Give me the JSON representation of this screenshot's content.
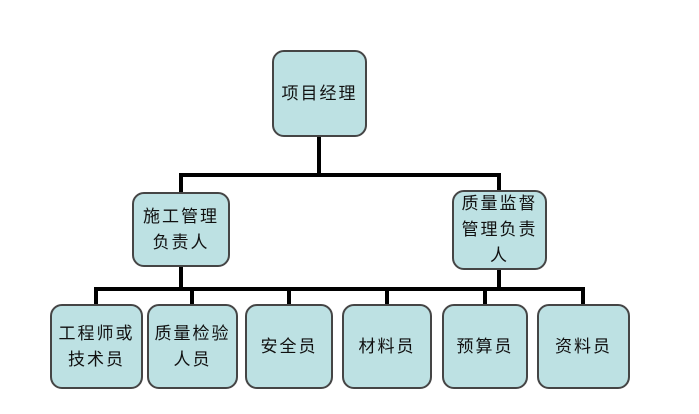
{
  "page": {
    "background": "#ffffff"
  },
  "org_chart": {
    "type": "org-tree",
    "root": {
      "id": "project-manager",
      "label": "项目经理",
      "lines": [
        "项目经理"
      ]
    },
    "level2": [
      {
        "id": "construction-manager",
        "label": "施工管理负责人",
        "lines": [
          "施工管理",
          "负责人"
        ]
      },
      {
        "id": "quality-supervision-manager",
        "label": "质量监督管理负责人",
        "lines": [
          "质量监督",
          "管理负责",
          "人"
        ]
      }
    ],
    "level3": [
      {
        "id": "engineer-or-technician",
        "label": "工程师或技术员",
        "lines": [
          "工程师或",
          "技术员"
        ]
      },
      {
        "id": "quality-inspector",
        "label": "质量检验人员",
        "lines": [
          "质量检验",
          "人员"
        ]
      },
      {
        "id": "safety-officer",
        "label": "安全员",
        "lines": [
          "安全员"
        ]
      },
      {
        "id": "material-officer",
        "label": "材料员",
        "lines": [
          "材料员"
        ]
      },
      {
        "id": "budget-officer",
        "label": "预算员",
        "lines": [
          "预算员"
        ]
      },
      {
        "id": "document-officer",
        "label": "资料员",
        "lines": [
          "资料员"
        ]
      }
    ],
    "connections": {
      "root_children": [
        "construction-manager",
        "quality-supervision-manager"
      ],
      "bus_parents": [
        "construction-manager",
        "quality-supervision-manager"
      ],
      "bus_children": [
        "engineer-or-technician",
        "quality-inspector",
        "safety-officer",
        "material-officer",
        "budget-officer",
        "document-officer"
      ]
    },
    "colors": {
      "node_fill": "#bde1e3",
      "node_border": "#454545",
      "connector": "#000000",
      "text": "#111111"
    }
  }
}
